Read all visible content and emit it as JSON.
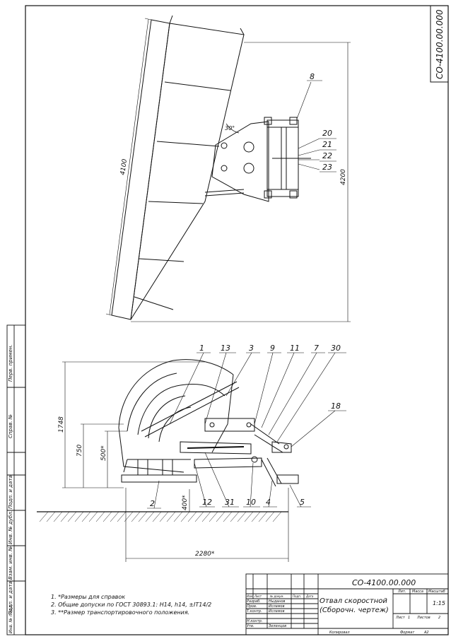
{
  "drawing": {
    "code_top": "СО-4100.00.000",
    "code_main": "СО-4100.00.000",
    "title_line1": "Отвал скоростной",
    "title_line2": "(Сборочн. чертеж)",
    "notes": [
      "1. *Размеры для справок",
      "2. Общие допуски по ГОСТ 30893.1: H14, h14, ±IT14/2",
      "3. **Размер транспортировочного положения."
    ],
    "dims": {
      "top_length": "4100",
      "top_height": "4200",
      "angle": "30°",
      "height_total": "1748",
      "h750": "750",
      "h500": "500*",
      "h400": "400*",
      "width": "2280*"
    },
    "callouts_top": [
      "8",
      "20",
      "21",
      "22",
      "23"
    ],
    "callouts_bottom_top": [
      "1",
      "13",
      "3",
      "9",
      "11",
      "7",
      "30"
    ],
    "callout_18": "18",
    "callouts_bottom_low": [
      "2",
      "12",
      "31",
      "10",
      "4",
      "5"
    ],
    "title_block": {
      "lit": "Лит.",
      "mass": "Масса",
      "scale": "Масштаб",
      "scale_value": "1:15",
      "sheet": "Лист",
      "sheet_no": "1",
      "sheets": "Листов",
      "sheets_no": "2",
      "row_labels": [
        "Изм",
        "Лист",
        "№ докум.",
        "Подп.",
        "Дата"
      ],
      "razrab": "Разраб.",
      "razrab_name": "Ныданов",
      "prov": "Пров.",
      "prov_name": "Исламов",
      "tkontr": "Т.контр.",
      "tkontr_name": "Исламов",
      "nkontr": "Н.контр.",
      "utv": "Утв.",
      "utv_name": "Зеленцов",
      "copied": "Копировал",
      "format": "Формат",
      "format_value": "А2"
    },
    "side_stamp": [
      "Перв. примен.",
      "Справ. №",
      "Подп. и дата",
      "Инв. № дубл.",
      "Взам. инв. №",
      "Подп. и дата",
      "Инв. № подл."
    ]
  }
}
